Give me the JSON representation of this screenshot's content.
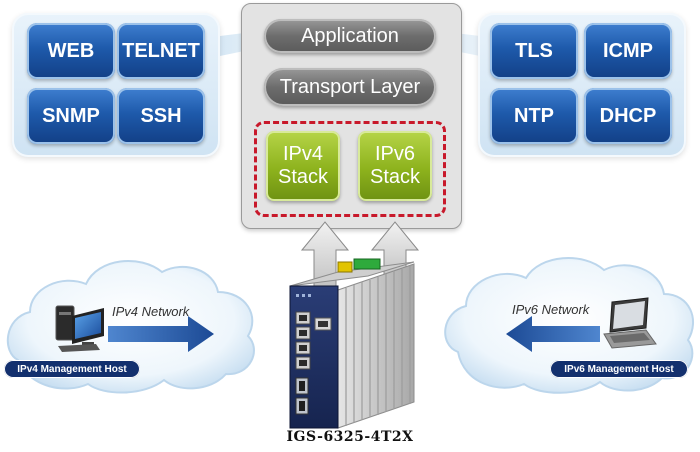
{
  "left_protocols": [
    "WEB",
    "TELNET",
    "SNMP",
    "SSH"
  ],
  "right_protocols": [
    "TLS",
    "ICMP",
    "NTP",
    "DHCP"
  ],
  "stack": {
    "application": "Application",
    "transport": "Transport Layer",
    "ipv4_line1": "IPv4",
    "ipv4_line2": "Stack",
    "ipv6_line1": "IPv6",
    "ipv6_line2": "Stack"
  },
  "networks": {
    "ipv4_label": "IPv4 Network",
    "ipv6_label": "IPv6 Network",
    "ipv4_host": "IPv4 Management Host",
    "ipv6_host": "IPv6 Management Host"
  },
  "device": {
    "model": "IGS-6325-4T2X"
  },
  "colors": {
    "protocol_blue": "#1e5aab",
    "stack_green": "#8db21d",
    "dashed_red": "#c8192b",
    "host_badge": "#13306e",
    "arrow_blue": "#1f4f99"
  }
}
